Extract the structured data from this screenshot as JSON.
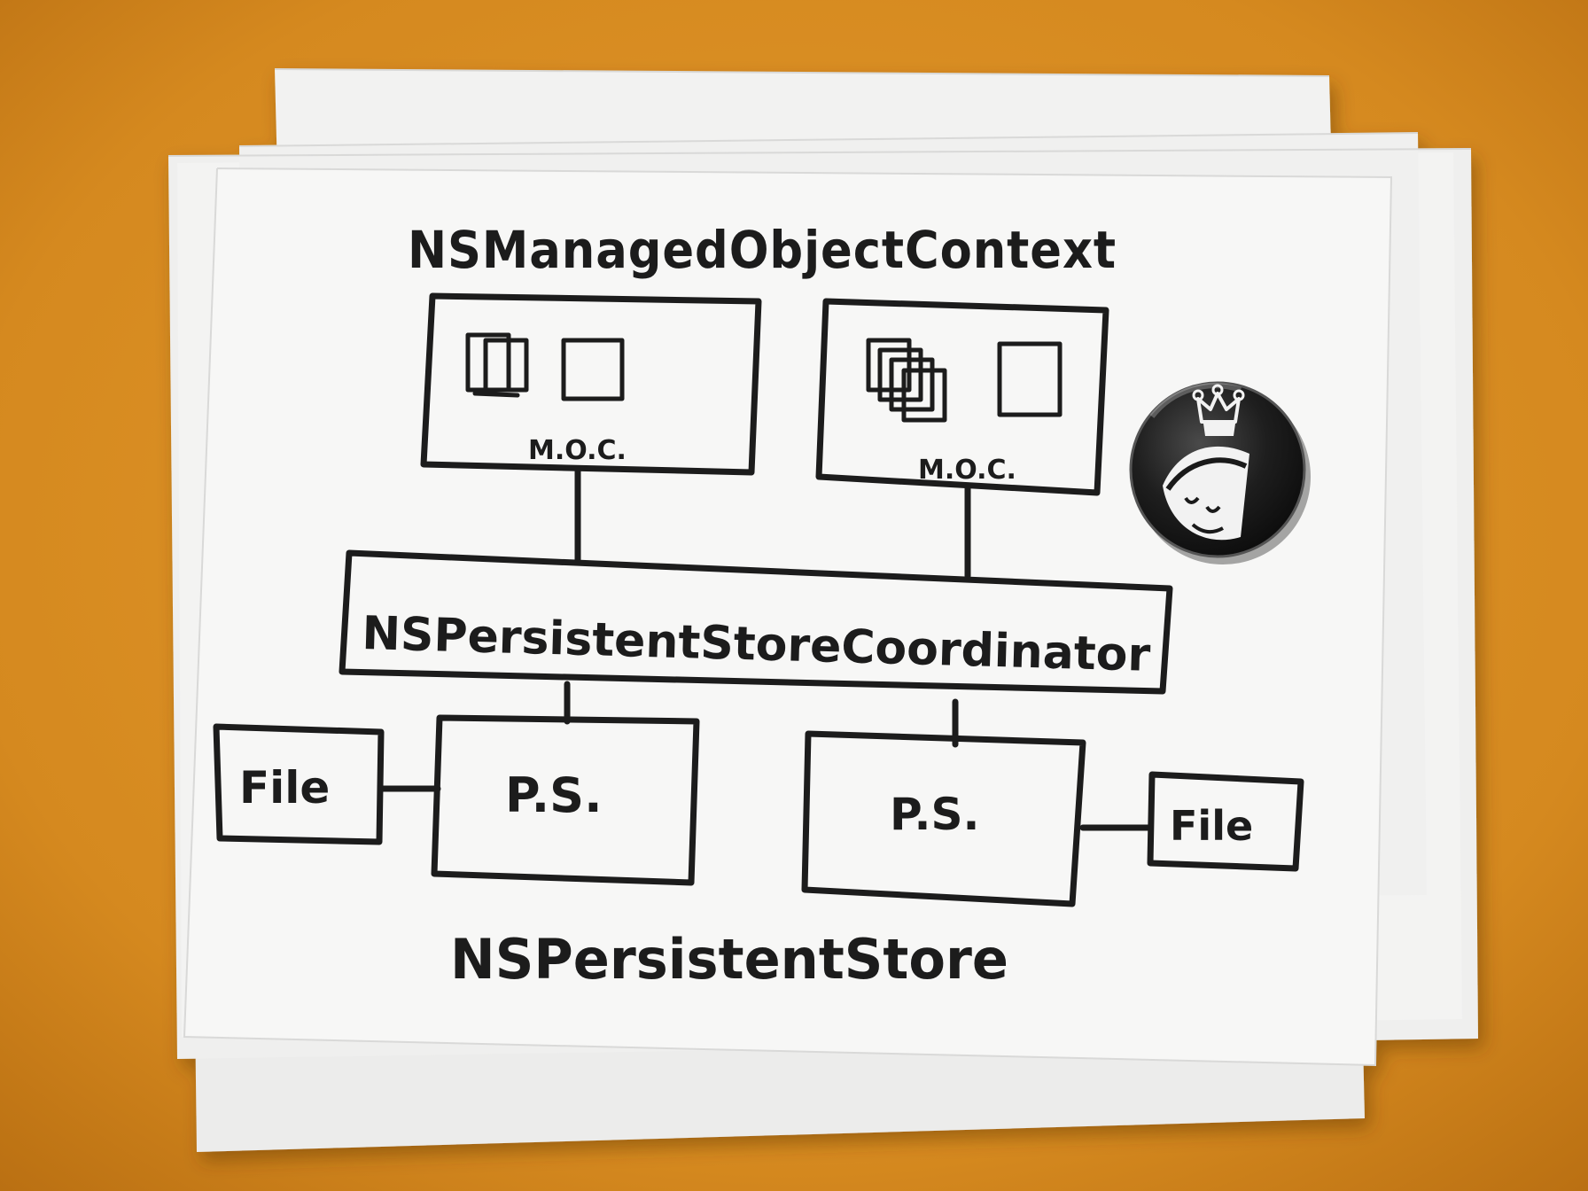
{
  "diagram": {
    "title_top": "NSManagedObjectContext",
    "moc_left_label": "M.O.C.",
    "moc_right_label": "M.O.C.",
    "coordinator_label": "NSPersistentStoreCoordinator",
    "store_left_label": "P.S.",
    "store_right_label": "P.S.",
    "file_left_label": "File",
    "file_right_label": "File",
    "title_bottom": "NSPersistentStore"
  },
  "colors": {
    "desk": "#d88d22",
    "paper": "#f7f7f6",
    "ink": "#1c1c1c",
    "badge": "#222222"
  },
  "icons": {
    "badge": "crowned-face-badge-icon"
  }
}
